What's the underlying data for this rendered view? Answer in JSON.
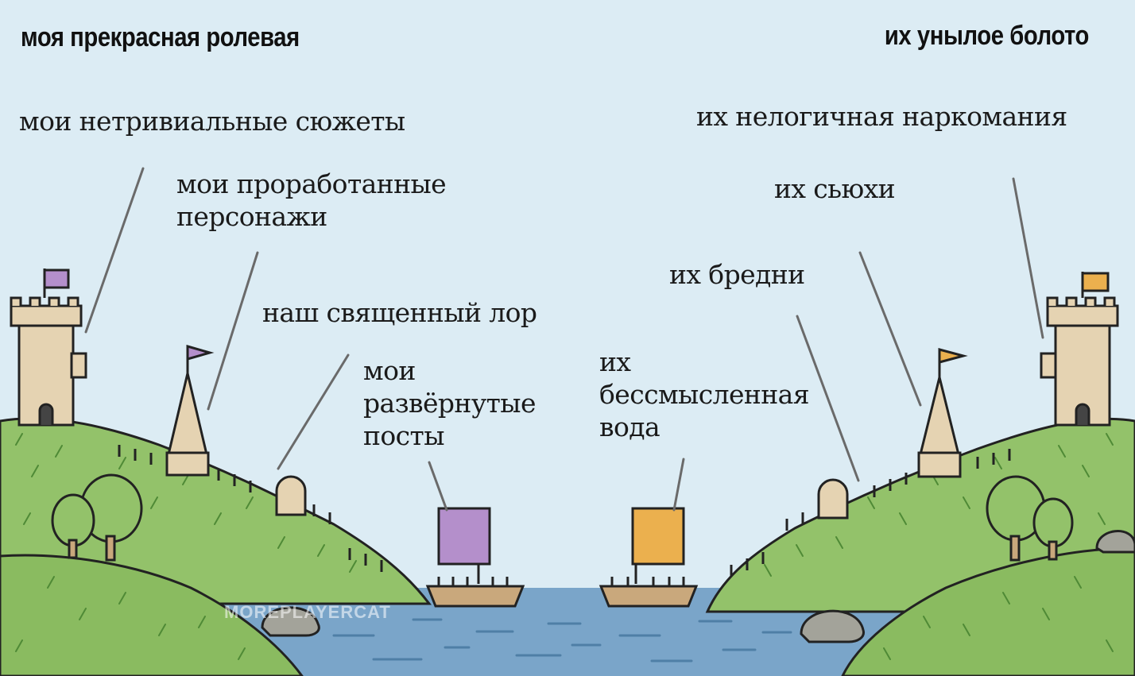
{
  "titles": {
    "left": "моя прекрасная ролевая",
    "right": "их унылое болото"
  },
  "left_labels": {
    "plots": "мои нетривиальные сюжеты",
    "characters": [
      "мои проработанные",
      "персонажи"
    ],
    "lore": "наш священный лор",
    "posts": [
      "мои",
      "развёрнутые",
      "посты"
    ]
  },
  "right_labels": {
    "water": [
      "их",
      "бессмысленная",
      "вода"
    ],
    "nonsense": "их нелогичная наркомания",
    "mary_sues": "их сьюхи",
    "ravings": "их бредни"
  },
  "watermark": "MOREPLAYERCAT",
  "colors": {
    "sky": "#dcecf4",
    "grass": "#93c26a",
    "water": "#7aa5c9",
    "stone": "#e5d3b2",
    "left_flag": "#b48fcb",
    "right_flag": "#ebb04e",
    "hull": "#c9a87c"
  }
}
